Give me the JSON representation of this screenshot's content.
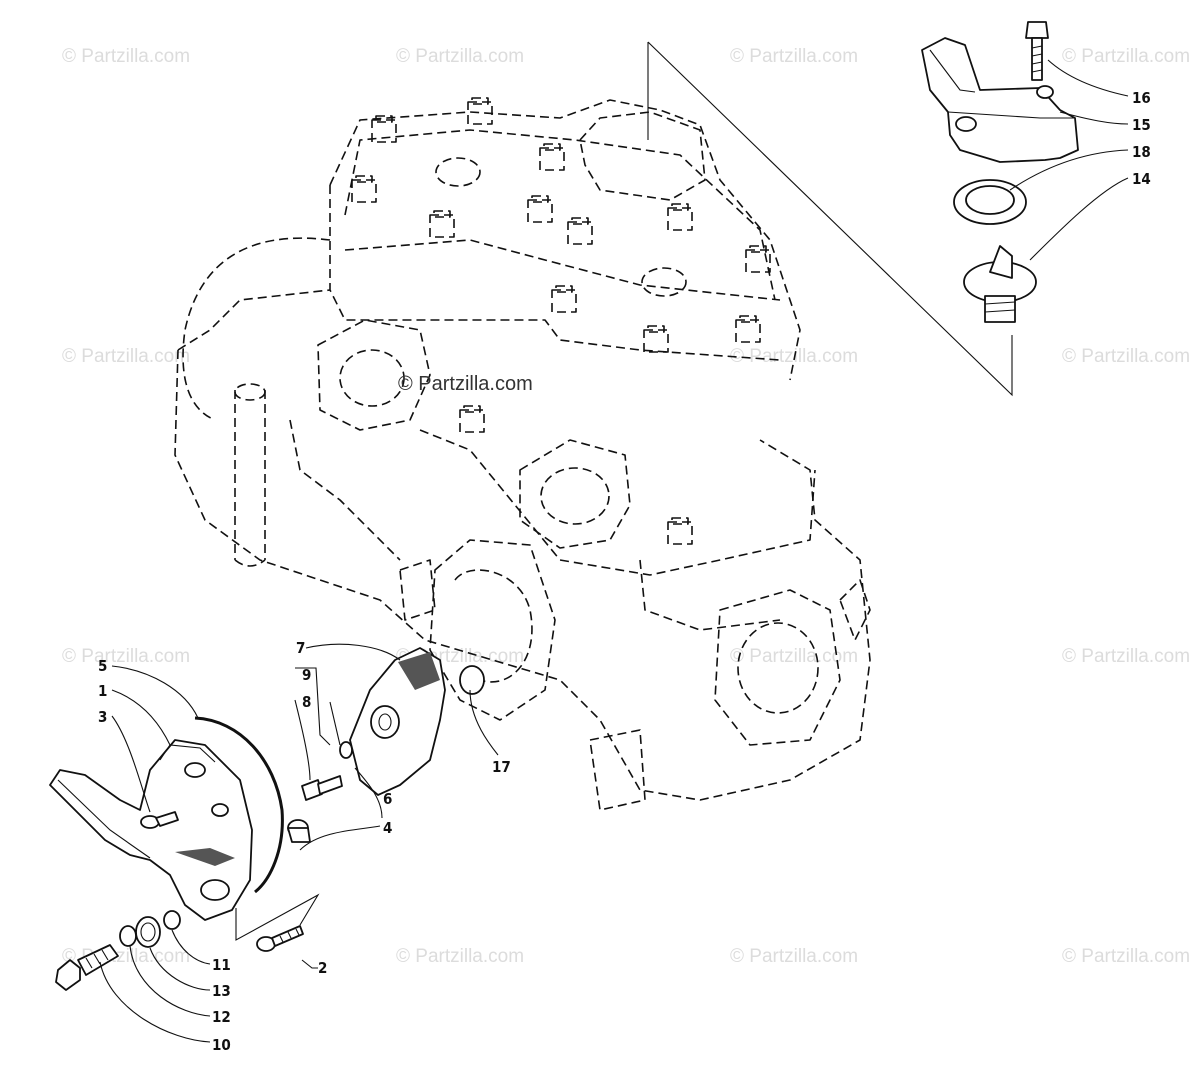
{
  "watermark": {
    "text": "© Partzilla.com",
    "center_text": "© Partzilla.com"
  },
  "callouts": {
    "c1": "1",
    "c2": "2",
    "c3": "3",
    "c4": "4",
    "c5": "5",
    "c6": "6",
    "c7": "7",
    "c8": "8",
    "c9": "9",
    "c10": "10",
    "c11": "11",
    "c12": "12",
    "c13": "13",
    "c14": "14",
    "c15": "15",
    "c16": "16",
    "c17": "17",
    "c18": "18"
  }
}
